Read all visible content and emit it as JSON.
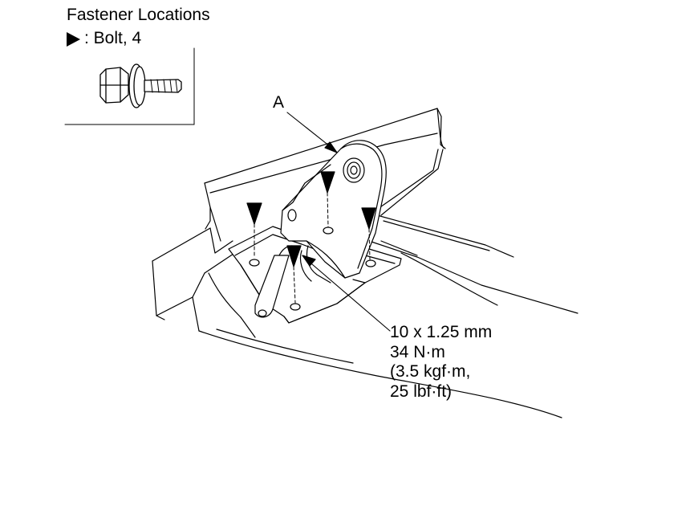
{
  "legend": {
    "title": "Fastener Locations",
    "item_label": ": Bolt, 4"
  },
  "callout": {
    "part_label": "A"
  },
  "torque_spec": {
    "line1": "10 x 1.25 mm",
    "line2": "34 N·m",
    "line3": "(3.5 kgf·m,",
    "line4": "25 lbf·ft)"
  },
  "colors": {
    "line": "#000000",
    "background": "#ffffff"
  }
}
